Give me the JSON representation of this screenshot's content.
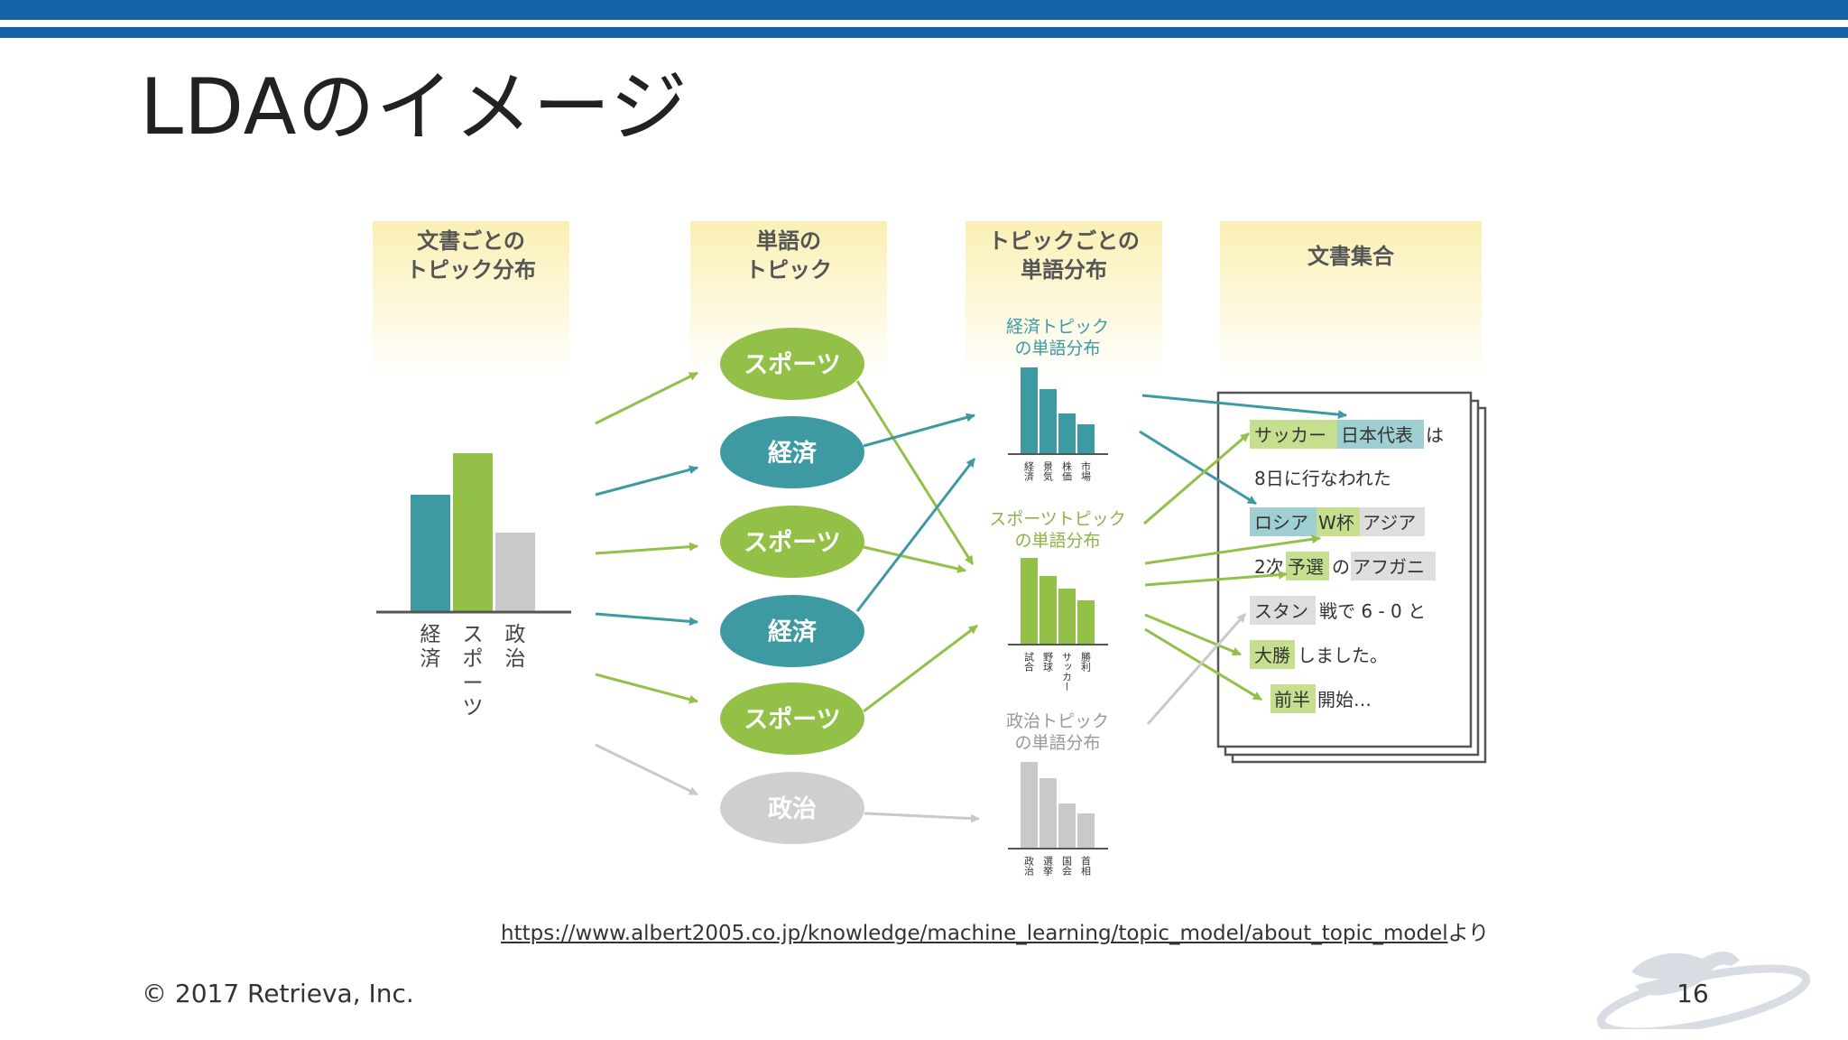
{
  "slide": {
    "title": "LDAのイメージ",
    "copyright": "© 2017 Retrieva, Inc.",
    "page_number": "16",
    "source_url": "https://www.albert2005.co.jp/knowledge/machine_learning/topic_model/about_topic_model",
    "source_suffix": "より"
  },
  "diagram": {
    "headers": {
      "doc_topic_line1": "文書ごとの",
      "doc_topic_line2": "トピック分布",
      "word_topic_line1": "単語の",
      "word_topic_line2": "トピック",
      "topic_word_line1": "トピックごとの",
      "topic_word_line2": "単語分布",
      "corpus": "文書集合"
    },
    "doc_topic_axis": {
      "econ": [
        "経",
        "済"
      ],
      "sports": [
        "ス",
        "ポ",
        "ー",
        "ツ"
      ],
      "politics": [
        "政",
        "治"
      ]
    },
    "ovals": [
      "スポーツ",
      "経済",
      "スポーツ",
      "経済",
      "スポーツ",
      "政治"
    ],
    "topic_labels": {
      "econ_line1": "経済トピック",
      "econ_line2": "の単語分布",
      "sports_line1": "スポーツトピック",
      "sports_line2": "の単語分布",
      "politics_line1": "政治トピック",
      "politics_line2": "の単語分布"
    },
    "econ_words": [
      "経済",
      "景気",
      "株価",
      "市場"
    ],
    "sports_words": [
      "試合",
      "野球",
      "サッカー",
      "勝利"
    ],
    "politics_words": [
      "政治",
      "選挙",
      "国会",
      "首相"
    ],
    "document_lines": {
      "l1_a": "サッカー",
      "l1_b": "日本代表",
      "l1_c": "は",
      "l2": "8日に行なわれた",
      "l3_a": "ロシア",
      "l3_b": "W杯",
      "l3_c": "アジア",
      "l4_a": "2次",
      "l4_b": "予選",
      "l4_c": "の",
      "l4_d": "アフガニ",
      "l5_a": "スタン",
      "l5_b": "戦で 6 - 0 と",
      "l6_a": "大勝",
      "l6_b": "しました。",
      "l7_a": "前半",
      "l7_b": "開始…"
    },
    "colors": {
      "econ": "#3d9aa3",
      "sports": "#93c047",
      "politics": "#c9c9c9",
      "header_yellow": "#faf0b4",
      "brand_blue": "#1763a8"
    }
  }
}
